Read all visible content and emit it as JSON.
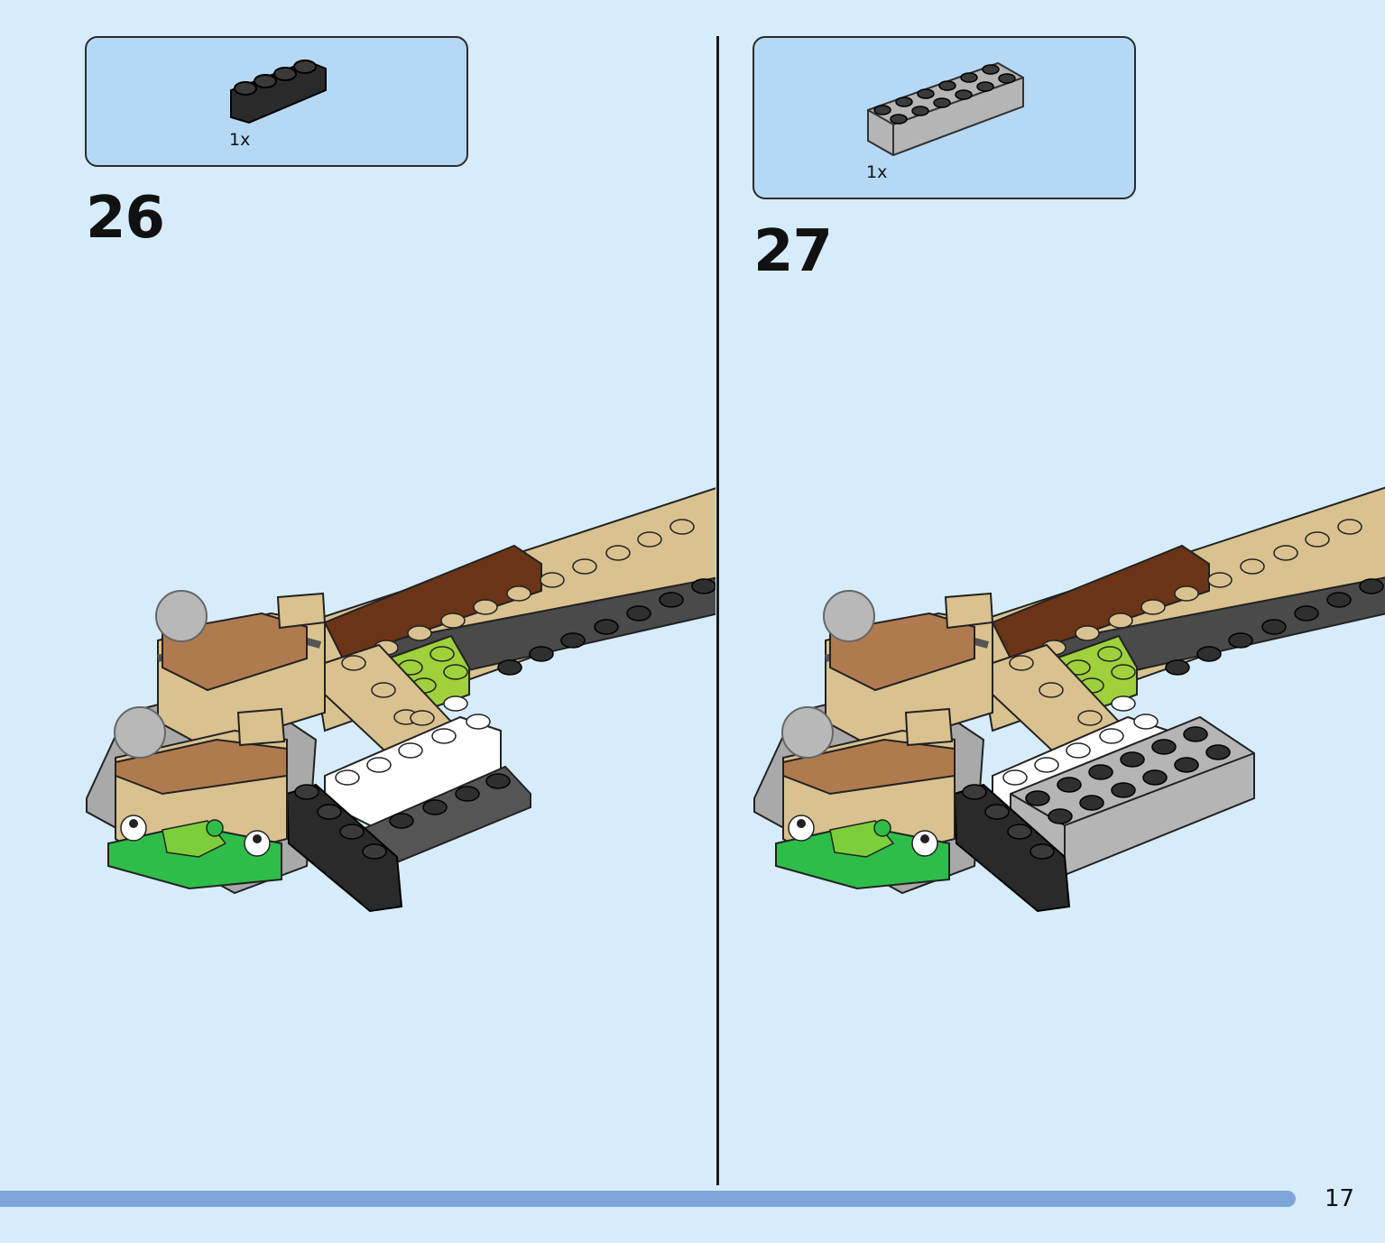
{
  "steps": [
    {
      "number": "26",
      "part_qty": "1x",
      "part": "black-curved-brick-1x4-icon"
    },
    {
      "number": "27",
      "part_qty": "1x",
      "part": "gray-brick-2x6-icon"
    }
  ],
  "page_number": "17",
  "colors": {
    "background": "#d7ecfb",
    "parts_box": "#b5d9f5",
    "progress_bar": "#7fa5d8",
    "tan": "#d9c28f",
    "brown": "#6b3416",
    "light_green": "#9ed13b",
    "green": "#2fbd4a",
    "gray": "#a9a9a9",
    "dark_gray": "#555555"
  }
}
